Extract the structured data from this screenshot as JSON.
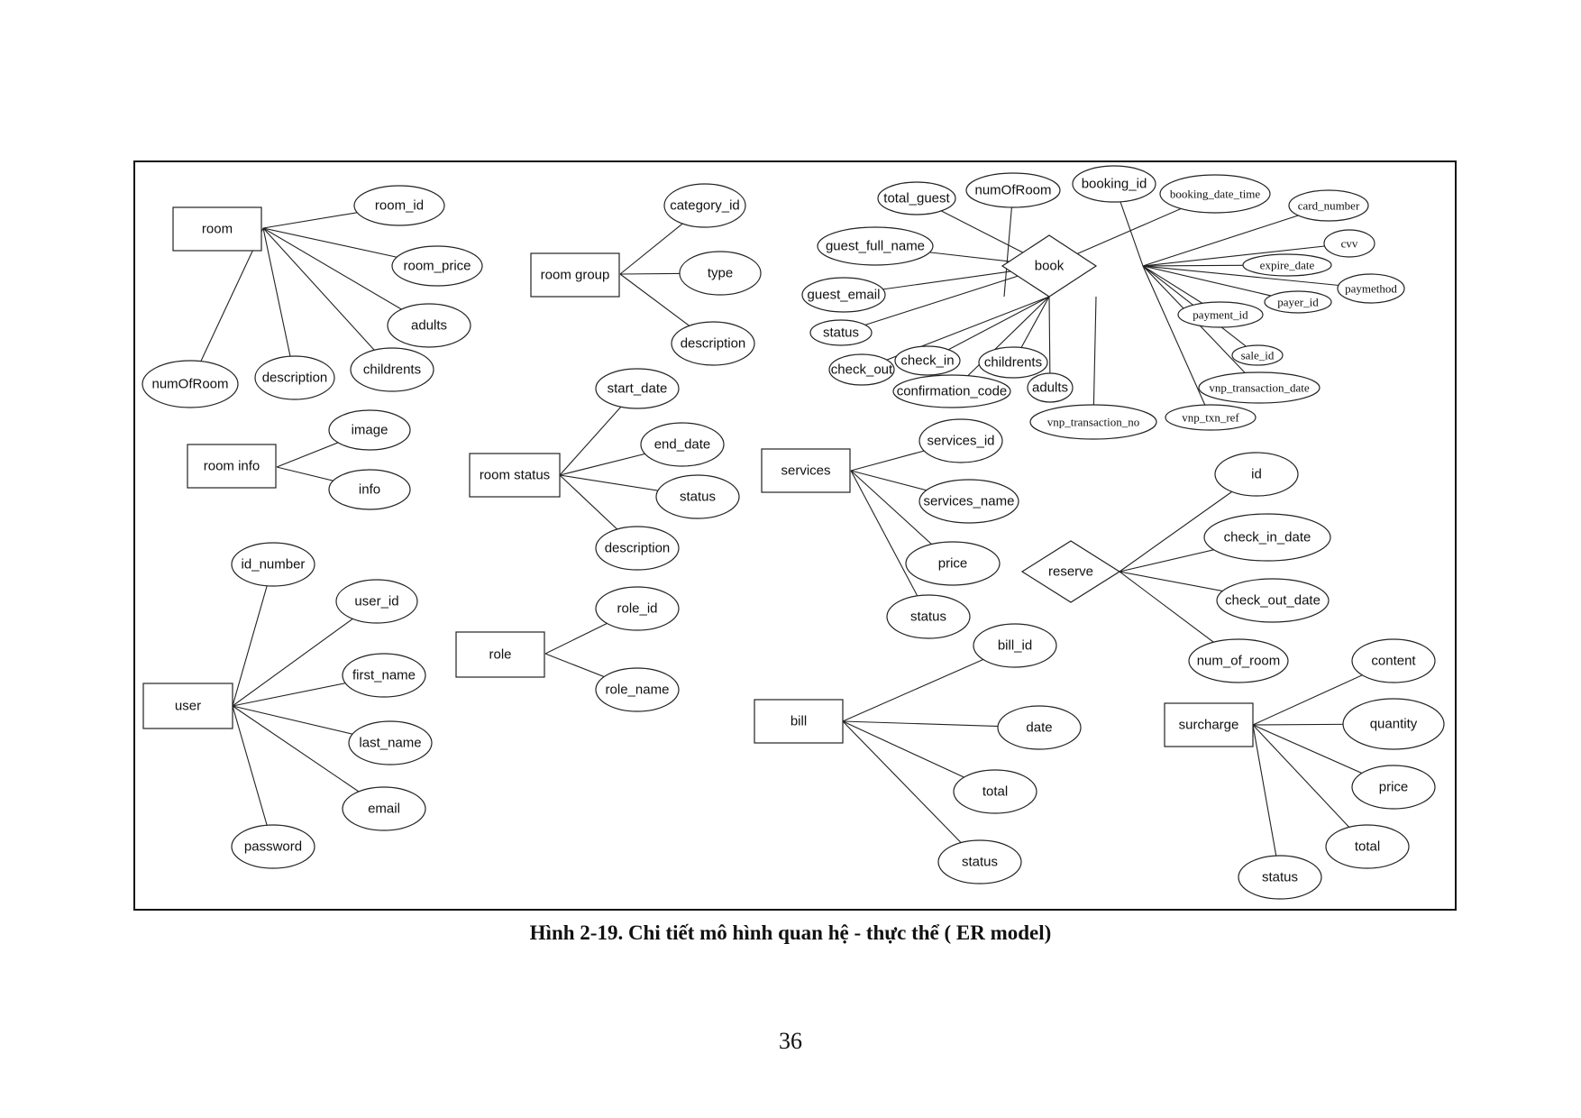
{
  "figure": {
    "caption": "Hình 2-19. Chi tiết mô hình quan hệ - thực thể ( ER model)",
    "page_number": "36"
  },
  "entities": {
    "room": "room",
    "room_group": "room group",
    "room_info": "room info",
    "room_status": "room status",
    "services": "services",
    "user": "user",
    "role": "role",
    "bill": "bill",
    "surcharge": "surcharge"
  },
  "relationships": {
    "book": "book",
    "reserve": "reserve"
  },
  "attributes": {
    "room": [
      "room_id",
      "room_price",
      "adults",
      "childrents",
      "description",
      "numOfRoom"
    ],
    "room_group": [
      "category_id",
      "type",
      "description"
    ],
    "room_info": [
      "image",
      "info"
    ],
    "room_status": [
      "start_date",
      "end_date",
      "status",
      "description"
    ],
    "services": [
      "services_id",
      "services_name",
      "price",
      "status"
    ],
    "user": [
      "id_number",
      "user_id",
      "first_name",
      "last_name",
      "email",
      "password"
    ],
    "role": [
      "role_id",
      "role_name"
    ],
    "bill": [
      "bill_id",
      "date",
      "total",
      "status"
    ],
    "surcharge": [
      "content",
      "quantity",
      "price",
      "total",
      "status"
    ],
    "reserve": [
      "id",
      "check_in_date",
      "check_out_date",
      "num_of_room"
    ],
    "book": [
      "total_guest",
      "numOfRoom",
      "booking_id",
      "booking_date_time",
      "card_number",
      "guest_full_name",
      "cvv",
      "expire_date",
      "paymethod",
      "guest_email",
      "payer_id",
      "payment_id",
      "status",
      "check_in",
      "childrents",
      "check_out",
      "confirmation_code",
      "adults",
      "sale_id",
      "vnp_transaction_date",
      "vnp_transaction_no",
      "vnp_txn_ref"
    ]
  }
}
